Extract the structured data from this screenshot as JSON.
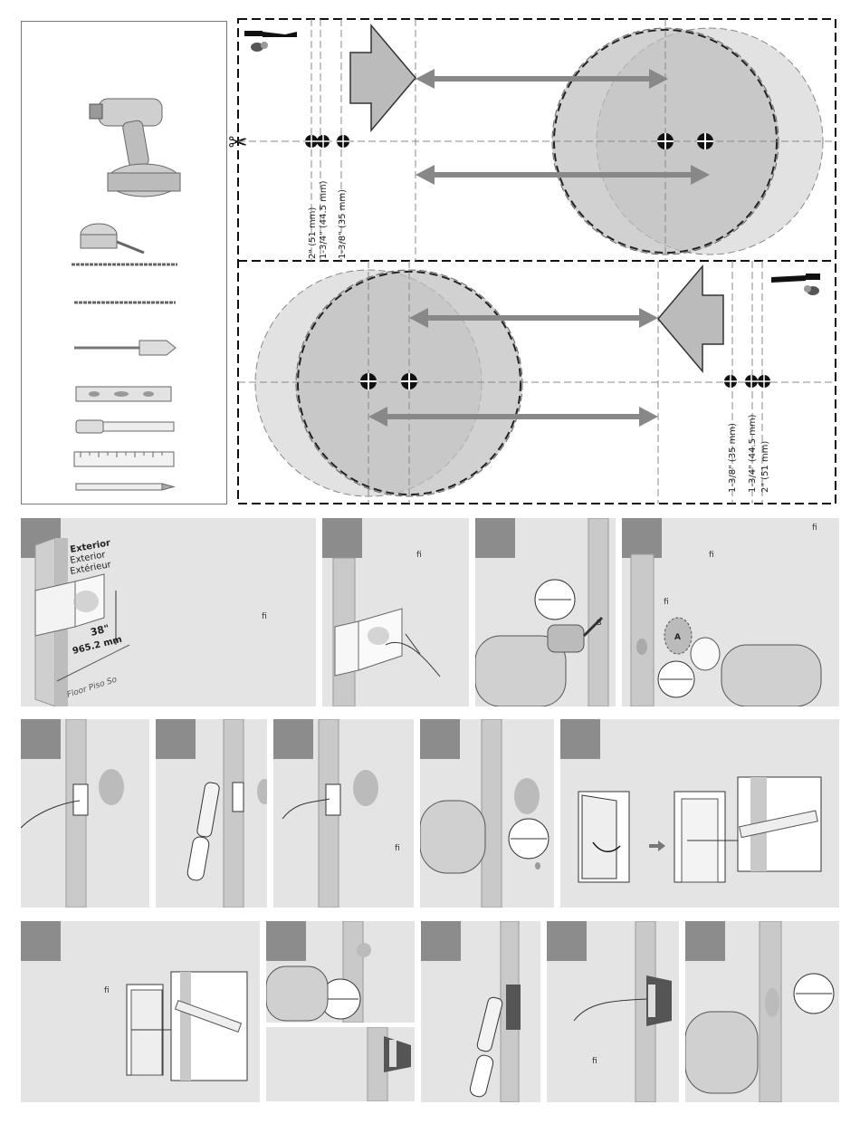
{
  "template": {
    "dim_2": "2\" (51 mm)",
    "dim_134": "1-3/4\" (44.5 mm)",
    "dim_138": "1-3/8\" (35 mm)"
  },
  "step1": {
    "label_exterior_en": "Exterior",
    "label_exterior_es": "Exterior",
    "label_exterior_fr": "Extérieur",
    "height_in": "38\"",
    "height_mm": "965.2 mm",
    "floor_label": "Floor Piso So",
    "letter_fi": "fi"
  },
  "fi_marks": "fi",
  "marker_a": "A",
  "marker_b": "B"
}
